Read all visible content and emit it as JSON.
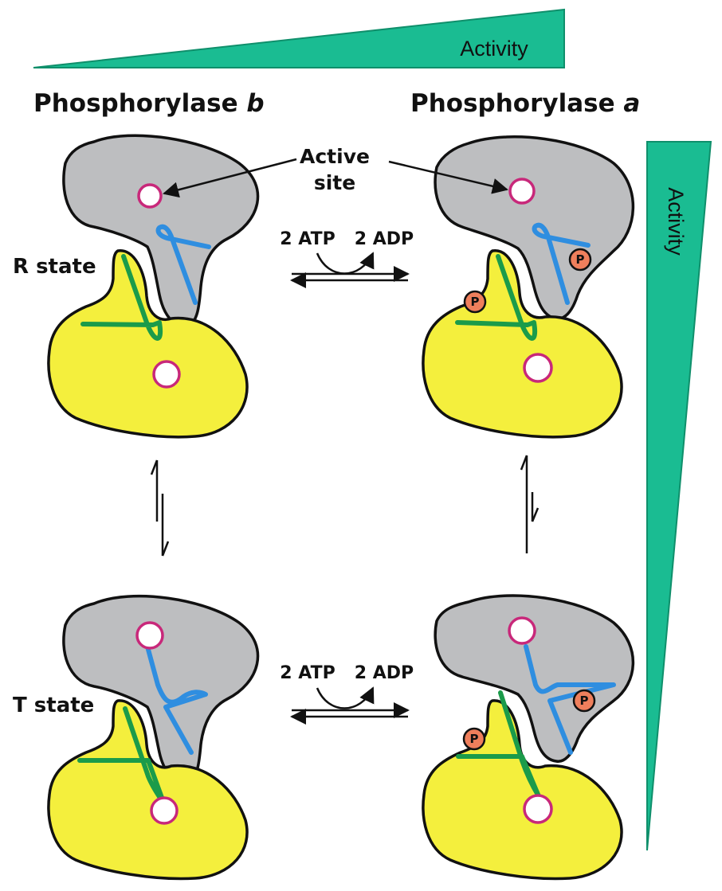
{
  "activity_top": {
    "label": "Activity",
    "color": "#1abc92"
  },
  "activity_right": {
    "label": "Activity",
    "color": "#1abc92"
  },
  "headings": {
    "left": {
      "prefix": "Phosphorylase ",
      "italic": "b"
    },
    "right": {
      "prefix": "Phosphorylase ",
      "italic": "a"
    }
  },
  "callout": {
    "line1": "Active",
    "line2": "site"
  },
  "states": {
    "r": "R state",
    "t": "T state"
  },
  "reaction_top": {
    "atp": "2 ATP",
    "adp": "2 ADP"
  },
  "reaction_bottom": {
    "atp": "2 ATP",
    "adp": "2 ADP"
  },
  "phosphate_label": "P",
  "colors": {
    "upper_domain": "#bdbec0",
    "lower_domain": "#f4ef3d",
    "blue_helix": "#2f8ee0",
    "green_helix": "#1b9b4a",
    "active_site_ring": "#c8287a",
    "phosphate": "#ef7f5c"
  }
}
